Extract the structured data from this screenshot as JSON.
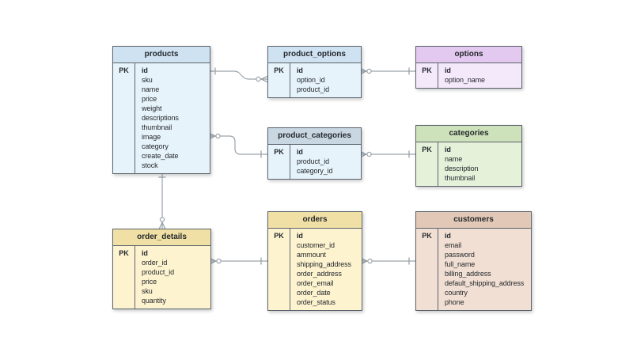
{
  "diagram": {
    "background_color": "#ffffff",
    "table_border_color": "#5b646d",
    "connector_color": "#9aa3aa",
    "text_color": "#24282c",
    "notation": "crow's foot",
    "pk_column_label": "PK"
  },
  "tables": {
    "products": {
      "title": "products",
      "pk_label": "PK",
      "pk_field": "id",
      "header_color": "#cfe2f2",
      "body_color": "#e7f3fb",
      "fields": [
        "id",
        "sku",
        "name",
        "price",
        "weight",
        "descriptions",
        "thumbnail",
        "image",
        "category",
        "create_date",
        "stock"
      ]
    },
    "product_options": {
      "title": "product_options",
      "pk_label": "PK",
      "pk_field": "id",
      "header_color": "#cfe2f2",
      "body_color": "#e7f3fb",
      "fields": [
        "id",
        "option_id",
        "product_id"
      ]
    },
    "options": {
      "title": "options",
      "pk_label": "PK",
      "pk_field": "id",
      "header_color": "#e3c9ef",
      "body_color": "#f4e8fb",
      "fields": [
        "id",
        "option_name"
      ]
    },
    "product_categories": {
      "title": "product_categories",
      "pk_label": "PK",
      "pk_field": "id",
      "header_color": "#c9d7e3",
      "body_color": "#e7f3fb",
      "fields": [
        "id",
        "product_id",
        "category_id"
      ]
    },
    "categories": {
      "title": "categories",
      "pk_label": "PK",
      "pk_field": "id",
      "header_color": "#cde2bb",
      "body_color": "#e6f1da",
      "fields": [
        "id",
        "name",
        "description",
        "thumbnail"
      ]
    },
    "order_details": {
      "title": "order_details",
      "pk_label": "PK",
      "pk_field": "id",
      "header_color": "#f0e0a6",
      "body_color": "#fdf3cf",
      "fields": [
        "id",
        "order_id",
        "product_id",
        "price",
        "sku",
        "quantity"
      ]
    },
    "orders": {
      "title": "orders",
      "pk_label": "PK",
      "pk_field": "id",
      "header_color": "#f0e0a6",
      "body_color": "#fdf3cf",
      "fields": [
        "id",
        "customer_id",
        "ammount",
        "shipping_address",
        "order_address",
        "order_email",
        "order_date",
        "order_status"
      ]
    },
    "customers": {
      "title": "customers",
      "pk_label": "PK",
      "pk_field": "id",
      "header_color": "#e2c8b7",
      "body_color": "#f1dfd3",
      "fields": [
        "id",
        "email",
        "password",
        "full_name",
        "billing_address",
        "default_shipping_address",
        "country",
        "phone"
      ]
    }
  },
  "relationships": [
    {
      "from": "products",
      "from_end": "one",
      "to": "product_options",
      "to_end": "zero-or-many"
    },
    {
      "from": "products",
      "from_end": "zero-or-many",
      "to": "product_categories",
      "to_end": "one"
    },
    {
      "from": "products",
      "from_end": "one",
      "to": "order_details",
      "to_end": "zero-or-many"
    },
    {
      "from": "product_options",
      "from_end": "zero-or-many",
      "to": "options",
      "to_end": "one"
    },
    {
      "from": "product_categories",
      "from_end": "zero-or-many",
      "to": "categories",
      "to_end": "one"
    },
    {
      "from": "order_details",
      "from_end": "zero-or-many",
      "to": "orders",
      "to_end": "one"
    },
    {
      "from": "orders",
      "from_end": "zero-or-many",
      "to": "customers",
      "to_end": "one"
    }
  ]
}
